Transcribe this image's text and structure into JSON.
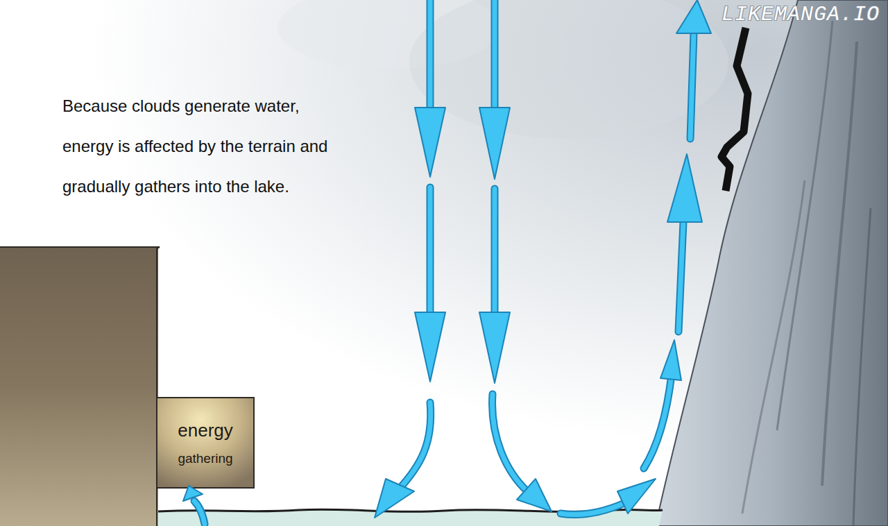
{
  "diagram": {
    "nodes": [
      {
        "text": [
          "energy",
          "gathering"
        ]
      }
    ],
    "labels": [
      "Because clouds generate water, energy is affected by the terrain and gradually gathers into the lake.",
      "LIKEMANGA.IO"
    ]
  }
}
